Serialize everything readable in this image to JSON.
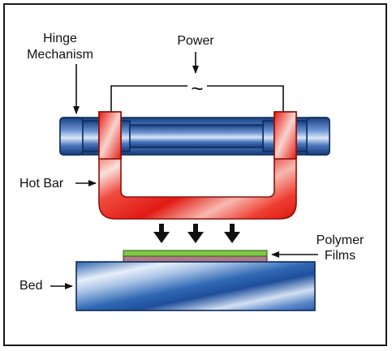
{
  "labels": {
    "hinge_line1": "Hinge",
    "hinge_line2": "Mechanism",
    "power": "Power",
    "power_symbol": "~",
    "hot_bar": "Hot Bar",
    "polymer_line1": "Polymer",
    "polymer_line2": "Films",
    "bed": "Bed"
  },
  "colors": {
    "hot_bar": "#e8231e",
    "hinge_blue": "#1f4f9c",
    "bed_blue": "#2f6fb7",
    "film_green": "#7ec843",
    "film_mauve": "#b07a8a",
    "arrow": "#111111"
  }
}
